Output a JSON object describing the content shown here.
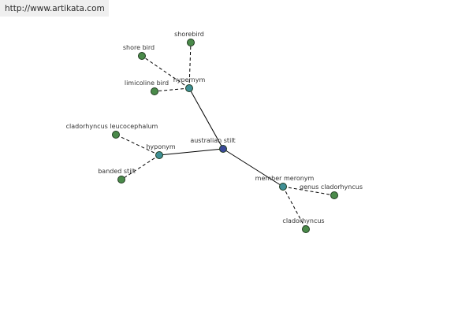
{
  "watermark": {
    "url": "http://www.artikata.com"
  },
  "colors": {
    "center_node": "#3b4a9a",
    "relation_node": "#3f8f95",
    "leaf_node": "#4a8a4a",
    "node_stroke": "#1f3a1f",
    "edge": "#000000"
  },
  "graph": {
    "center": {
      "id": "australian-stilt",
      "label": "australian stilt"
    },
    "relations": [
      {
        "id": "hypernym",
        "label": "hypernym",
        "children": [
          {
            "id": "shorebird",
            "label": "shorebird"
          },
          {
            "id": "shore-bird",
            "label": "shore bird"
          },
          {
            "id": "limicoline-bird",
            "label": "limicoline bird"
          }
        ]
      },
      {
        "id": "hyponym",
        "label": "hyponym",
        "children": [
          {
            "id": "cladorhyncus-leucocephalum",
            "label": "cladorhyncus leucocephalum"
          },
          {
            "id": "banded-stilt",
            "label": "banded stilt"
          }
        ]
      },
      {
        "id": "member-meronym",
        "label": "member meronym",
        "children": [
          {
            "id": "genus-cladorhyncus",
            "label": "genus cladorhyncus"
          },
          {
            "id": "cladorhyncus",
            "label": "cladorhyncus"
          }
        ]
      }
    ]
  }
}
